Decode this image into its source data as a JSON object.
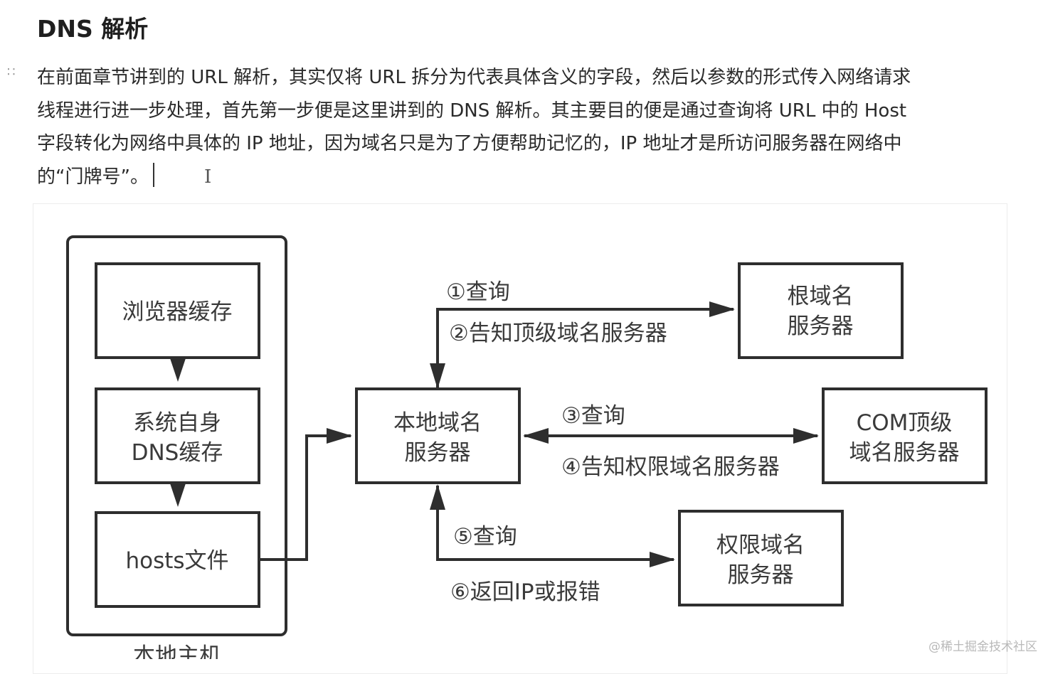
{
  "heading": "DNS 解析",
  "drag_handle": "∷",
  "paragraph_lines": [
    "在前面章节讲到的 URL 解析，其实仅将 URL 拆分为代表具体含义的字段，然后以参数的形式传入网络请求",
    "线程进行进一步处理，首先第一步便是这里讲到的 DNS 解析。其主要目的便是通过查询将 URL 中的 Host",
    "字段转化为网络中具体的 IP 地址，因为域名只是为了方便帮助记忆的，IP 地址才是所访问服务器在网络中",
    "的“门牌号”。"
  ],
  "cursor_glyph": "I",
  "diagram": {
    "local_host_caption": "本地主机",
    "browser_cache": "浏览器缓存",
    "system_dns_cache": [
      "系统自身",
      "DNS缓存"
    ],
    "hosts_file": "hosts文件",
    "local_dns_server": [
      "本地域名",
      "服务器"
    ],
    "root_server": [
      "根域名",
      "服务器"
    ],
    "com_server": [
      "COM顶级",
      "域名服务器"
    ],
    "authority_server": [
      "权限域名",
      "服务器"
    ],
    "arrow_labels": {
      "step1": "①查询",
      "step2": "②告知顶级域名服务器",
      "step3": "③查询",
      "step4": "④告知权限域名服务器",
      "step5": "⑤查询",
      "step6": "⑥返回IP或报错"
    },
    "stroke_color": "#2e2e2e"
  },
  "watermark": "@稀土掘金技术社区"
}
